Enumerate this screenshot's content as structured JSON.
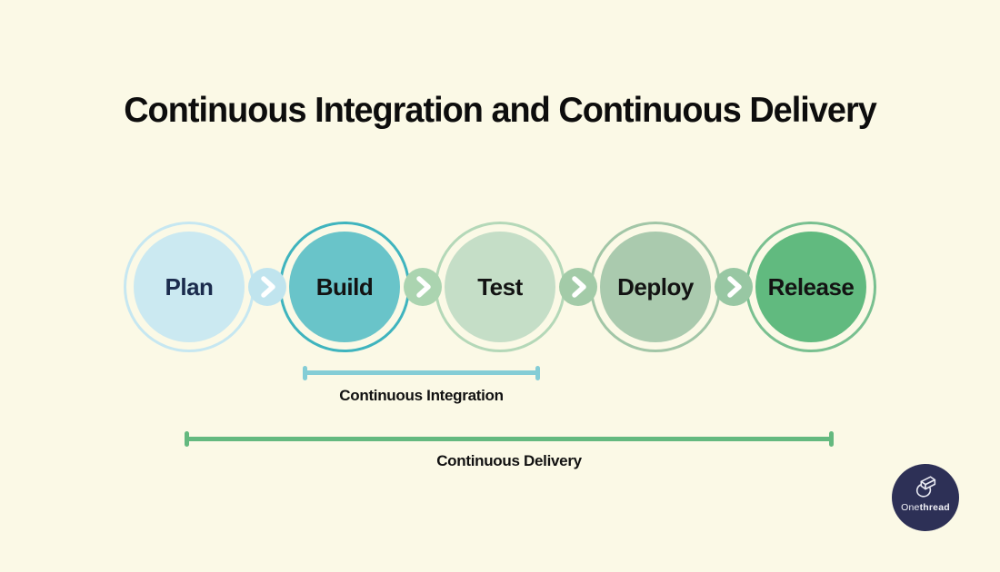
{
  "background_color": "#FBF9E6",
  "title": "Continuous Integration and Continuous Delivery",
  "stages": [
    {
      "label": "Plan",
      "fill_color": "#CBE9F1",
      "ring_color": "#C6E7F1",
      "text_color": "#1B2B4D"
    },
    {
      "label": "Build",
      "fill_color": "#69C4C9",
      "ring_color": "#3FB4BE",
      "text_color": "#131313"
    },
    {
      "label": "Test",
      "fill_color": "#C5DEC7",
      "ring_color": "#B4D8B8",
      "text_color": "#131313"
    },
    {
      "label": "Deploy",
      "fill_color": "#AACAAE",
      "ring_color": "#A2C6A7",
      "text_color": "#131313"
    },
    {
      "label": "Release",
      "fill_color": "#61BA7F",
      "ring_color": "#79C090",
      "text_color": "#131313"
    }
  ],
  "connectors": [
    {
      "name": "plan-to-build",
      "color": "#C0E4EE"
    },
    {
      "name": "build-to-test",
      "color": "#ABD4B0"
    },
    {
      "name": "test-to-deploy",
      "color": "#A3CBA8"
    },
    {
      "name": "deploy-to-release",
      "color": "#98C7A3"
    }
  ],
  "brackets": [
    {
      "label": "Continuous Integration",
      "color": "#84CDD6"
    },
    {
      "label": "Continuous Delivery",
      "color": "#64B97F"
    }
  ],
  "logo": {
    "text_regular": "One",
    "text_bold": "thread",
    "circle_color": "#2D3056",
    "text_color": "#F2F2F8",
    "icon": "thread-spool-icon"
  }
}
